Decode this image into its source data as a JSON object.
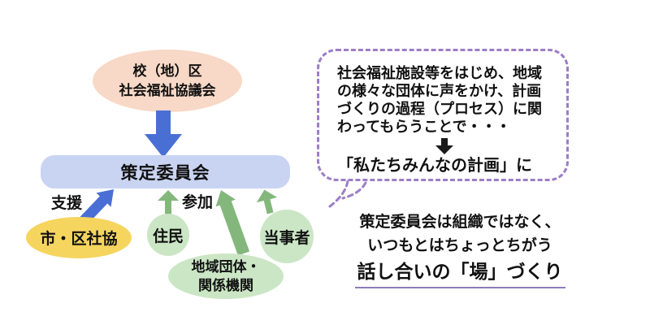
{
  "colors": {
    "peach": "#f8d8c6",
    "periwinkle_bar": "#c9d4f2",
    "blue_arrow": "#4a6fd4",
    "yellow": "#f6d55e",
    "light_green": "#cbe6c5",
    "green_arrow": "#84b77c",
    "bubble_border_purple": "#9c7ec6",
    "underline_purple": "#8d7cba",
    "text": "#111111",
    "background": "#ffffff"
  },
  "icons": {
    "flow_down_arrow": "down-arrow",
    "support_arrow": "up-right-arrow",
    "participation_arrows": "up-arrow",
    "bubble_down_arrow": "down-arrow",
    "bubble_tail": "speech-tail"
  },
  "diagram": {
    "district_council": {
      "line1": "校（地）区",
      "line2": "社会福祉協議会"
    },
    "committee_label": "策定委員会",
    "support_label": "支援",
    "participate_label": "参加",
    "city_council_label": "市・区社協",
    "residents_label": "住民",
    "local_orgs": {
      "line1": "地域団体・",
      "line2": "関係機関"
    },
    "parties_label": "当事者"
  },
  "bubble": {
    "lines": [
      "社会福祉施設等をはじめ、地域",
      "の様々な団体に声をかけ、計画",
      "づくりの過程（プロセス）に関",
      "わってもらうことで・・・"
    ],
    "conclusion": "「私たちみんなの計画」に"
  },
  "note": {
    "line1": "策定委員会は組織ではなく、",
    "line2": "いつもとはちょっとちがう",
    "line3": "話し合いの「場」づくり"
  }
}
